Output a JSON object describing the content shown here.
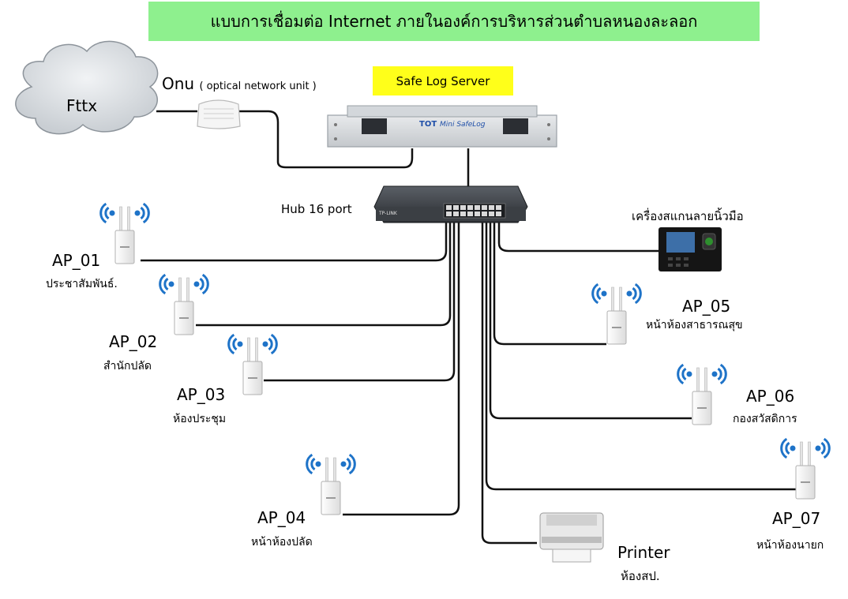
{
  "title": "แบบการเชื่อมต่อ Internet ภายในองค์การบริหารส่วนตำบลหนองละลอก",
  "server_label": "Safe Log Server",
  "server_brand": "TOT",
  "server_model": "Mini SafeLog",
  "cloud_label": "Fttx",
  "onu_label": "Onu",
  "onu_desc": "( optical network unit )",
  "hub_label": "Hub 16 port",
  "hub_brand": "TP-LINK",
  "scanner_label": "เครื่องสแกนลายนิ้วมือ",
  "printer_label": "Printer",
  "printer_location": "ห้องสป.",
  "access_points": [
    {
      "name": "AP_01",
      "location": "ประชาสัมพันธ์."
    },
    {
      "name": "AP_02",
      "location": "สำนักปลัด"
    },
    {
      "name": "AP_03",
      "location": "ห้องประชุม"
    },
    {
      "name": "AP_04",
      "location": "หน้าห้องปลัด"
    },
    {
      "name": "AP_05",
      "location": "หน้าห้องสาธารณสุข"
    },
    {
      "name": "AP_06",
      "location": "กองสวัสดิการ"
    },
    {
      "name": "AP_07",
      "location": "หน้าห้องนายก"
    }
  ],
  "colors": {
    "banner": "#8ef08e",
    "server_label_bg": "#ffff1a",
    "wifi": "#1e73c8",
    "cable": "#111111"
  }
}
